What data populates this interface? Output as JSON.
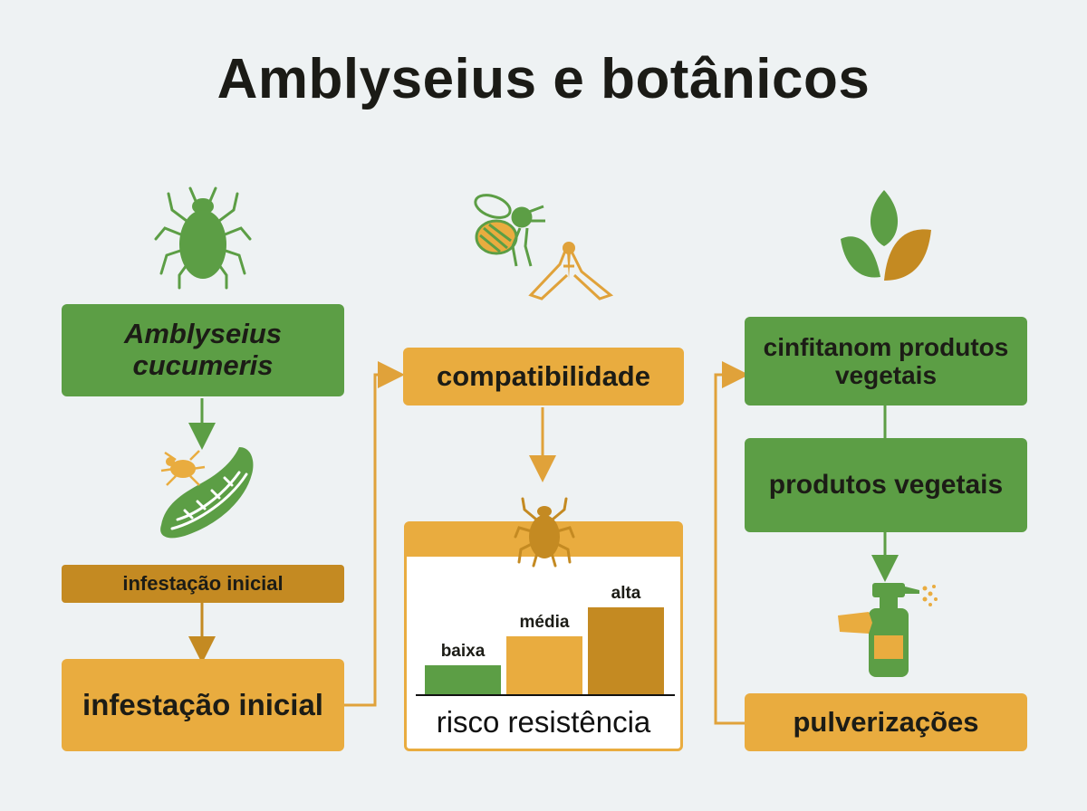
{
  "title": "Amblyseius e botânicos",
  "left": {
    "predator_box": "Amblyseius cucumeris",
    "label_bar": "infestação inicial",
    "bottom_box": "infestação inicial"
  },
  "middle": {
    "compat_box": "compatibilidade"
  },
  "right": {
    "top_box": "cinfitanom produtos vegetais",
    "mid_box": "produtos vegetais",
    "bottom_box": "pulverizações"
  },
  "colors": {
    "green": "#5c9e45",
    "orange": "#e9ac3f",
    "dark_orange": "#c48a22",
    "background": "#eef2f3"
  },
  "icons": [
    "mite-icon",
    "bee-icon",
    "moth-icon",
    "leaves-icon",
    "cucumber-icon",
    "small-mite-icon",
    "spray-bottle-icon"
  ],
  "chart_data": {
    "type": "bar",
    "categories": [
      "baixa",
      "média",
      "alta"
    ],
    "values": [
      1,
      2,
      3
    ],
    "xlabel": "risco resistência",
    "colors": [
      "#5c9e45",
      "#e9ac3f",
      "#c48a22"
    ]
  }
}
